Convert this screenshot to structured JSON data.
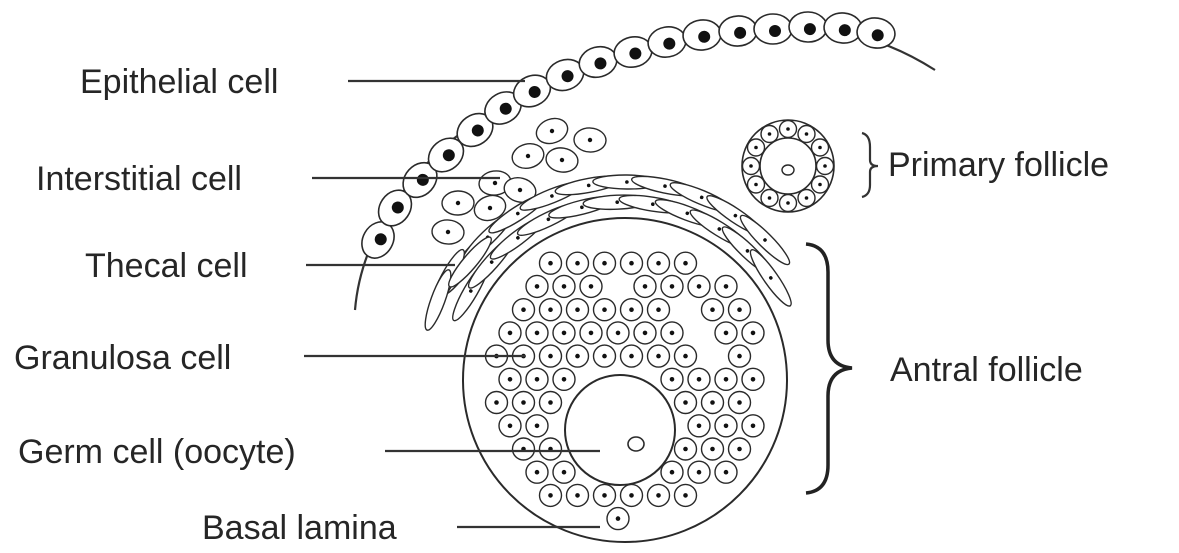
{
  "labels": {
    "epithelial": "Epithelial cell",
    "interstitial": "Interstitial cell",
    "thecal": "Thecal cell",
    "granulosa": "Granulosa cell",
    "germ": "Germ cell (oocyte)",
    "basal": "Basal lamina",
    "primary": "Primary follicle",
    "antral": "Antral follicle"
  },
  "colors": {
    "ink": "#262626",
    "background": "#ffffff"
  }
}
